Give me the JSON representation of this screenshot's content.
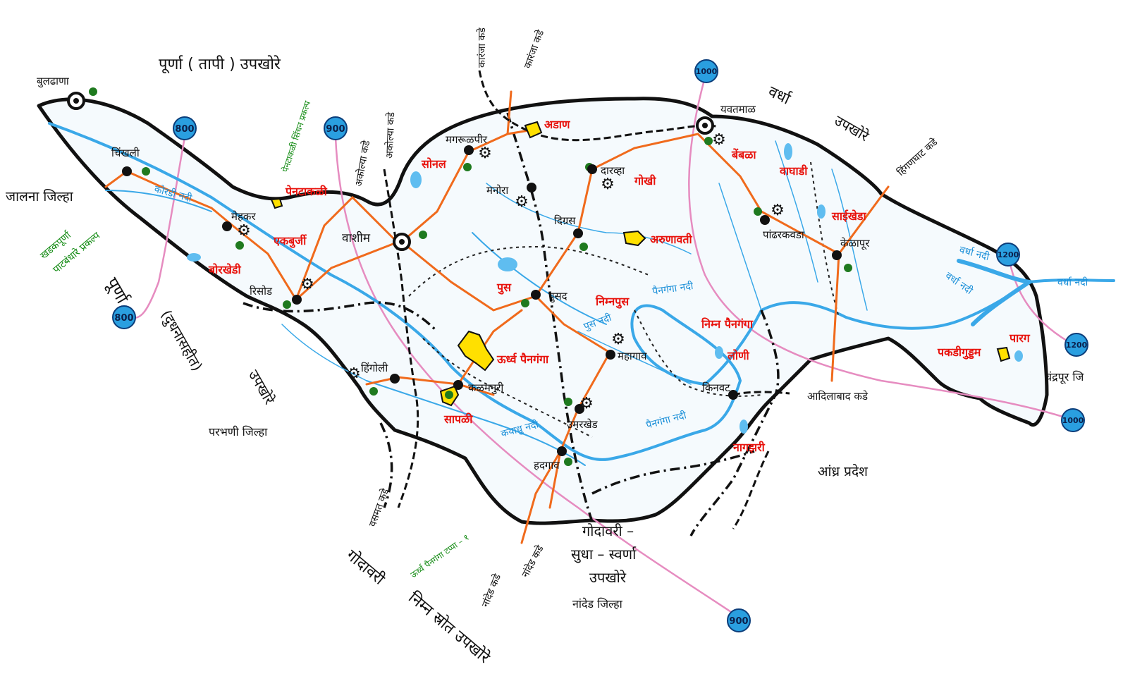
{
  "regions": {
    "purna_tapi": "पूर्णा ( तापी ) उपखोरे",
    "wardha_1": "वर्धा",
    "wardha_2": "उपखोरे",
    "purna_1": "पूर्णा",
    "purna_2": "(दुधनासहीत)",
    "purna_3": "उपखोरे",
    "godavari_sudha_1": "गोदावरी –",
    "godavari_sudha_2": "सुधा – स्वर्णा",
    "godavari_sudha_3": "उपखोरे",
    "godavari_lower_1": "गोदावरी",
    "godavari_lower_2": "निम्न स्रोत उपखोरे"
  },
  "districts": {
    "jalna": "जालना जिल्हा",
    "parbhani": "परभणी जिल्हा",
    "nanded": "नांदेड जिल्हा",
    "andhra": "आंध्र प्रदेश",
    "chandrapur": "चंद्रपूर जि"
  },
  "towns": {
    "buldhana": "बुलढाणा",
    "chikhli": "चिंखली",
    "mehkar": "मेहकर",
    "risod": "रिसोड",
    "washim": "वाशीम",
    "mangrulpir": "मगरूळपीर",
    "manora": "मनोरा",
    "digras": "दिग्रस",
    "darwha": "दारव्हा",
    "pusad": "पुसद",
    "mahagaon": "महागाव",
    "hingoli": "हिंगोली",
    "kalamnuri": "कळमनुरी",
    "umarkhed": "उमरखेड",
    "hadgaon": "हदगाव",
    "kinwat": "किनवट",
    "yavatmal": "यवतमाळ",
    "pandharkawada": "पांढरकवडा",
    "kelapur": "केळापूर"
  },
  "projects": {
    "adan": "अडाण",
    "sonal": "सोनल",
    "gokhi": "गोखी",
    "arunavati": "अरुणावती",
    "pentakali": "पेनटाकळी",
    "ekburji": "एकबुर्जी",
    "borkhedi": "बोरखेडी",
    "pus": "पुस",
    "nimnapus": "निम्नपुस",
    "urdhva_painganga": "ऊर्ध्व पैनगंगा",
    "sapali": "सापळी",
    "nimna_painganga": "निम्न पैनगंगा",
    "loni": "लोणी",
    "nagzari": "नागझरी",
    "pakdigudam": "पकडीगुड्डम",
    "para": "पारग",
    "saikhedi": "साईखेडा",
    "bembla": "बेंबळा",
    "waghadi": "वाघाडी"
  },
  "rivers": {
    "korandi": "कोरडी नदी",
    "painganga_1": "पैनगंगा नदी",
    "pus_nadi": "पुस नदी",
    "kayadhu": "कयाधु नदी",
    "painganga_2": "पैनगंगा नदी",
    "wardha_1": "वर्धा नदी",
    "wardha_2": "वर्धा नदी",
    "wardha_3": "वर्धा नदी"
  },
  "roads": {
    "karanja_1": "कारंजा कडे",
    "karanja_2": "कारंजा कडे",
    "akola_1": "अकोल्या कडे",
    "akola_2": "अकोल्या कडे",
    "hinganghat": "हिंगणघाट कडे",
    "adilabad": "आदिलाबाद कडे",
    "basmat": "वसमत कडे",
    "nanded_1": "नांदेड कडे",
    "nanded_2": "नांदेड कडे"
  },
  "schemes": {
    "pentakali_sinchan": "पेनटाकळी सिंचन प्रकल्प",
    "khadakpurna_1": "खडकपूर्णा",
    "khadakpurna_2": "पाटबंधारे प्रकल्प",
    "urdhva_painganga_tappa": "ऊर्ध्व पैनगंगा टप्पा – १"
  },
  "rainfall": {
    "b800a": "800",
    "b800b": "800",
    "b900a": "900",
    "b900b": "900",
    "b1000a": "1000",
    "b1000b": "1000",
    "b1200a": "1200",
    "b1200b": "1200"
  },
  "colors": {
    "river": "#3aa8e8",
    "road": "#f06a1c",
    "boundary": "#111111",
    "isohyet": "#e68cc0",
    "dam": "#ffe000",
    "badge": "#2a9fe0"
  }
}
